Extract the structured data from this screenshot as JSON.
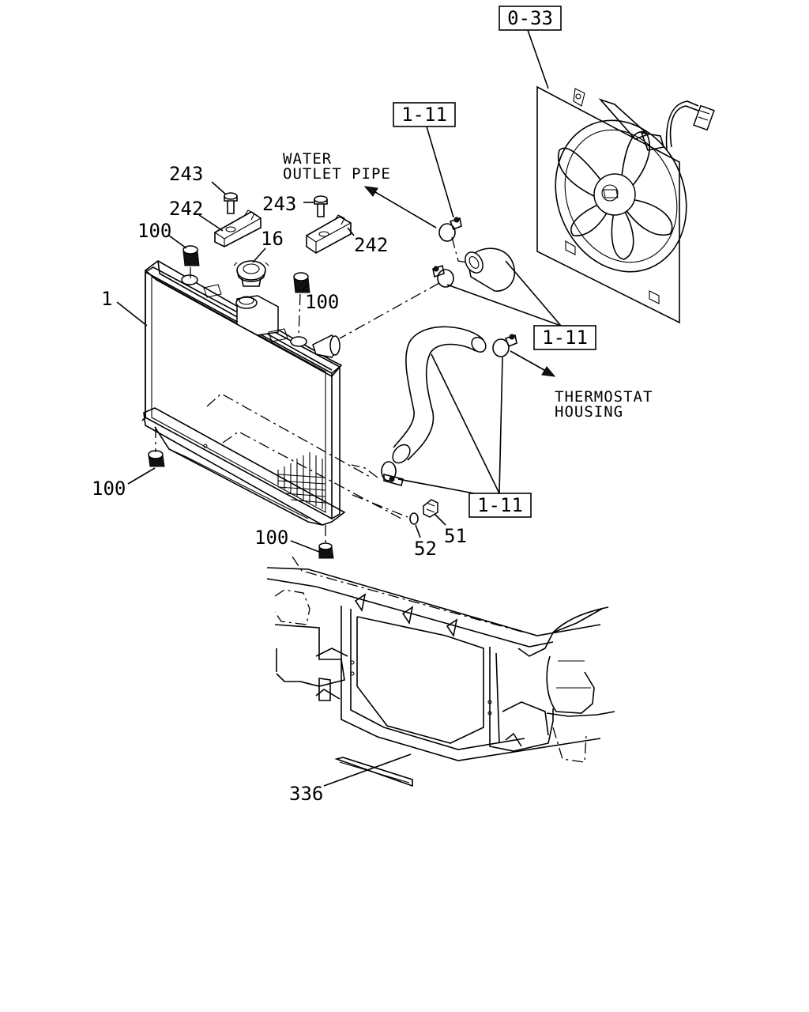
{
  "callouts": {
    "radiator": "1",
    "cap": "16",
    "drain_plug": "51",
    "o_ring": "52",
    "mount_rubber": "100",
    "mount_rubber_upper_right": "100",
    "mount_rubber_lower_left": "100",
    "mount_rubber_bottom": "100",
    "bracket_left": "242",
    "bracket_right": "242",
    "bolt_left": "243",
    "bolt_right": "243",
    "seal_strip": "336"
  },
  "references": {
    "fan_ref": "0-33",
    "hose_ref_upper": "1-11",
    "hose_ref_middle": "1-11",
    "hose_ref_lower": "1-11"
  },
  "notes": {
    "water_outlet_line1": "WATER",
    "water_outlet_line2": "OUTLET PIPE",
    "thermostat_line1": "THERMOSTAT",
    "thermostat_line2": "HOUSING"
  }
}
